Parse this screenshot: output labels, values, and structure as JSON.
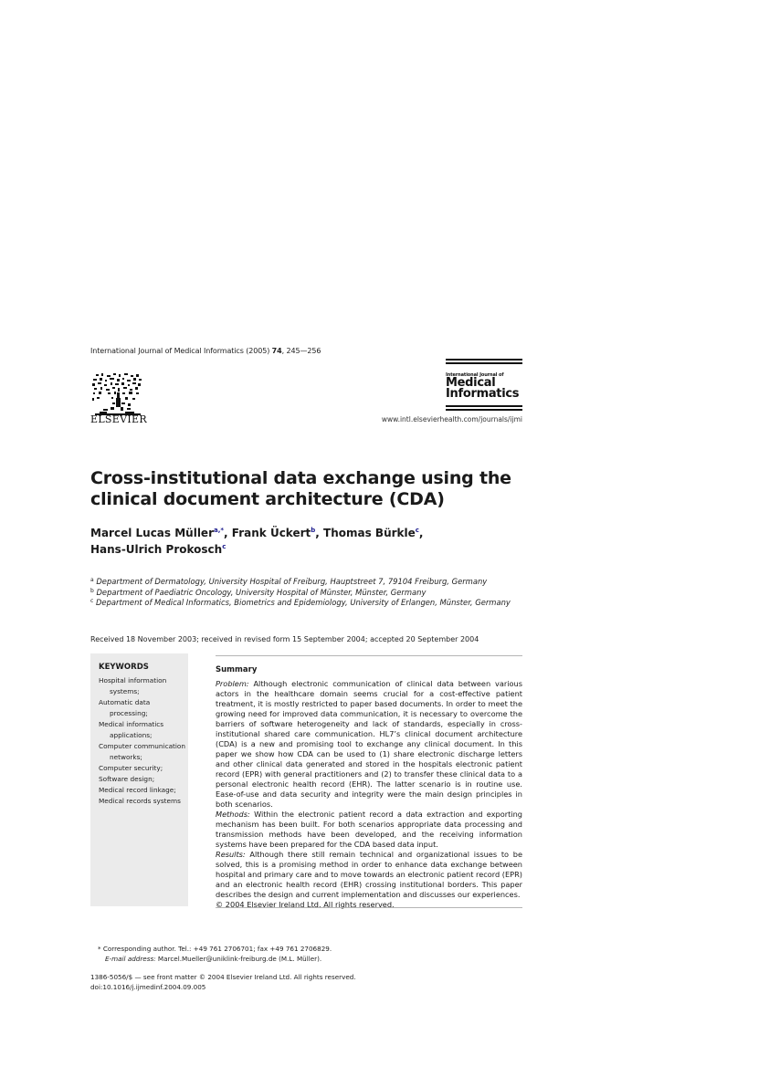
{
  "header": {
    "journal_ref_prefix": "International Journal of Medical Informatics (2005) ",
    "volume": "74",
    "pages": ", 245—256",
    "publisher_wordmark": "ELSEVIER",
    "journal_logo": {
      "small_line": "International Journal of",
      "line1": "Medical",
      "line2": "Informatics"
    },
    "journal_url": "www.intl.elsevierhealth.com/journals/ijmi"
  },
  "article": {
    "title": "Cross-institutional data exchange using the clinical document architecture (CDA)",
    "authors": [
      {
        "name": "Marcel Lucas Müller",
        "sup": "a,*",
        "sep": ", "
      },
      {
        "name": "Frank Ückert",
        "sup": "b",
        "sep": ", "
      },
      {
        "name": "Thomas Bürkle",
        "sup": "c",
        "sep": ","
      },
      {
        "name": "Hans-Ulrich Prokosch",
        "sup": "c",
        "sep": ""
      }
    ],
    "affiliations": [
      {
        "mark": "a",
        "text": "Department of Dermatology, University Hospital of Freiburg, Hauptstreet 7, 79104 Freiburg, Germany"
      },
      {
        "mark": "b",
        "text": "Department of Paediatric Oncology, University Hospital of Münster, Münster, Germany"
      },
      {
        "mark": "c",
        "text": "Department of Medical Informatics, Biometrics and Epidemiology, University of Erlangen, Münster, Germany"
      }
    ],
    "received": "Received 18 November 2003; received in revised form 15 September 2004; accepted 20 September 2004"
  },
  "keywords": {
    "title": "KEYWORDS",
    "items": [
      "Hospital information systems;",
      "Automatic data processing;",
      "Medical informatics applications;",
      "Computer communication networks;",
      "Computer security;",
      "Software design;",
      "Medical record linkage;",
      "Medical records systems"
    ]
  },
  "summary": {
    "heading": "Summary",
    "sections": [
      {
        "label": "Problem:",
        "text": " Although electronic communication of clinical data between various actors in the healthcare domain seems crucial for a cost-effective patient treatment, it is mostly restricted to paper based documents. In order to meet the growing need for improved data communication, it is necessary to overcome the barriers of software heterogeneity and lack of standards, especially in cross-institutional shared care communication. HL7’s clinical document architecture (CDA) is a new and promising tool to exchange any clinical document. In this paper we show how CDA can be used to (1) share electronic discharge letters and other clinical data generated and stored in the hospitals electronic patient record (EPR) with general practitioners and (2) to transfer these clinical data to a personal electronic health record (EHR). The latter scenario is in routine use. Ease-of-use and data security and integrity were the main design principles in both scenarios."
      },
      {
        "label": "Methods:",
        "text": " Within the electronic patient record a data extraction and exporting mechanism has been built. For both scenarios appropriate data processing and transmission methods have been developed, and the receiving information systems have been prepared for the CDA based data input."
      },
      {
        "label": "Results:",
        "text": " Although there still remain technical and organizational issues to be solved, this is a promising method in order to enhance data exchange between hospital and primary care and to move towards an electronic patient record (EPR) and an electronic health record (EHR) crossing institutional borders. This paper describes the design and current implementation and discusses our experiences."
      }
    ],
    "copyright": "© 2004 Elsevier Ireland Ltd. All rights reserved."
  },
  "footnote": {
    "corresponding": "* Corresponding author. Tel.: +49 761 2706701; fax +49 761 2706829.",
    "email_label": "E-mail address:",
    "email_value": " Marcel.Mueller@uniklink-freiburg.de (M.L. Müller)."
  },
  "frontmatter": {
    "issn_line": "1386-5056/$ — see front matter © 2004 Elsevier Ireland Ltd. All rights reserved.",
    "doi": "doi:10.1016/j.ijmedinf.2004.09.005"
  },
  "colors": {
    "keyword_box_bg": "#ebebeb",
    "rule": "#b5b5b5",
    "superscript_link": "#1a1a8c"
  }
}
